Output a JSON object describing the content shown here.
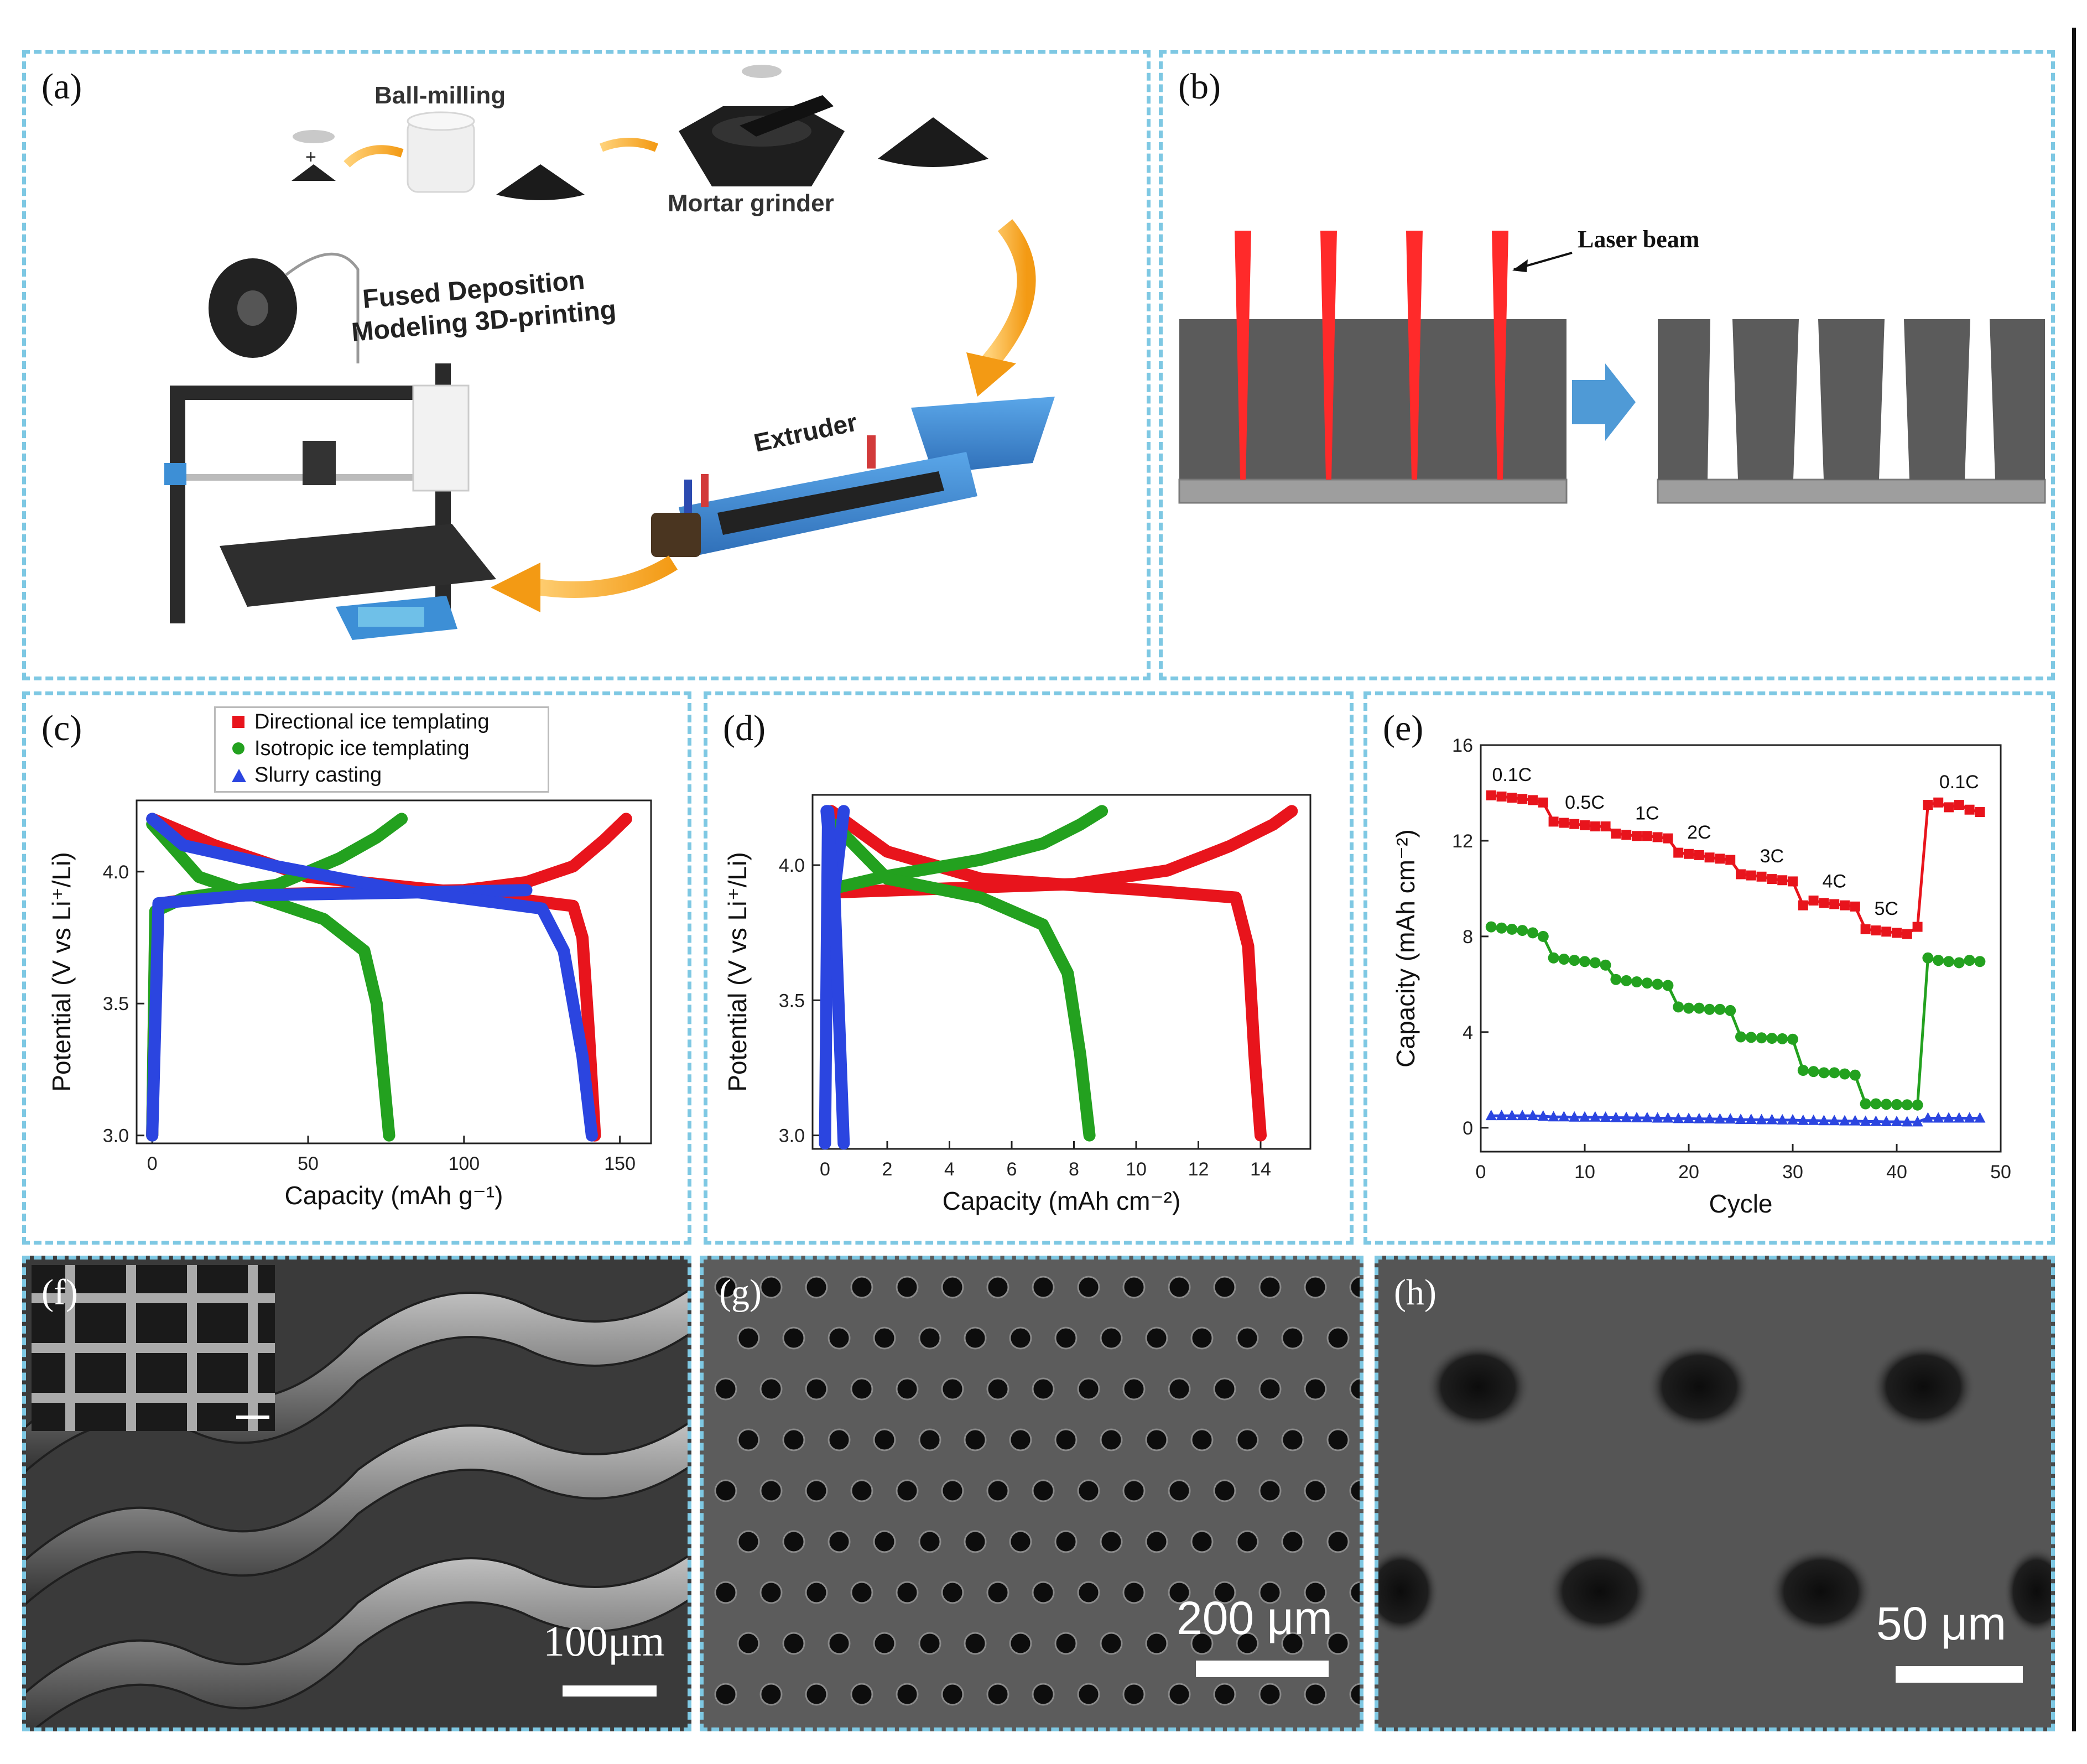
{
  "panel_a": {
    "label": "(a)",
    "steps": [
      "Ball-milling",
      "Mortar grinder",
      "Extruder",
      "Fused Deposition",
      "Modeling 3D-printing"
    ],
    "plus": "+"
  },
  "panel_b": {
    "label": "(b)",
    "annotation": "Laser beam",
    "colors": {
      "substrate": "#5b5b5b",
      "base": "#9e9e9e",
      "laser": "#ff2a2a",
      "arrow": "#4f9ad6"
    }
  },
  "panel_f": {
    "label": "(f)",
    "scale": "100μm"
  },
  "panel_g": {
    "label": "(g)",
    "scale": "200 μm"
  },
  "panel_h": {
    "label": "(h)",
    "scale": "50 μm"
  },
  "chart_data": [
    {
      "panel": "(c)",
      "type": "line",
      "xlabel": "Capacity (mAh g⁻¹)",
      "ylabel": "Potential (V vs Li⁺/Li)",
      "xlim": [
        -5,
        160
      ],
      "ylim": [
        2.97,
        4.27
      ],
      "xticks": [
        "0",
        "50",
        "100",
        "150"
      ],
      "yticks": [
        "3.0",
        "3.5",
        "4.0"
      ],
      "legend": {
        "placement": "top",
        "entries": [
          "Directional ice templating",
          "Isotropic ice templating",
          "Slurry casting"
        ]
      },
      "series": [
        {
          "name": "Directional ice templating",
          "color": "#e8141c",
          "charge": [
            [
              0,
              3.0
            ],
            [
              1,
              3.82
            ],
            [
              3,
              3.88
            ],
            [
              20,
              3.91
            ],
            [
              60,
              3.92
            ],
            [
              100,
              3.93
            ],
            [
              120,
              3.96
            ],
            [
              135,
              4.02
            ],
            [
              145,
              4.12
            ],
            [
              152,
              4.2
            ]
          ],
          "discharge": [
            [
              0,
              4.2
            ],
            [
              20,
              4.1
            ],
            [
              50,
              3.98
            ],
            [
              100,
              3.92
            ],
            [
              135,
              3.87
            ],
            [
              138,
              3.75
            ],
            [
              140,
              3.4
            ],
            [
              142,
              3.0
            ]
          ]
        },
        {
          "name": "Isotropic ice templating",
          "color": "#23a11f",
          "charge": [
            [
              0,
              3.0
            ],
            [
              1,
              3.85
            ],
            [
              10,
              3.9
            ],
            [
              40,
              3.95
            ],
            [
              60,
              4.05
            ],
            [
              72,
              4.13
            ],
            [
              80,
              4.2
            ]
          ],
          "discharge": [
            [
              0,
              4.18
            ],
            [
              15,
              3.98
            ],
            [
              35,
              3.9
            ],
            [
              55,
              3.82
            ],
            [
              68,
              3.7
            ],
            [
              72,
              3.5
            ],
            [
              76,
              3.0
            ]
          ]
        },
        {
          "name": "Slurry casting",
          "color": "#2b45e0",
          "charge": [
            [
              0,
              3.0
            ],
            [
              2,
              3.88
            ],
            [
              30,
              3.91
            ],
            [
              80,
              3.92
            ],
            [
              120,
              3.93
            ]
          ],
          "discharge": [
            [
              0,
              4.2
            ],
            [
              10,
              4.1
            ],
            [
              40,
              4.02
            ],
            [
              80,
              3.93
            ],
            [
              125,
              3.86
            ],
            [
              132,
              3.7
            ],
            [
              138,
              3.3
            ],
            [
              141,
              3.0
            ]
          ]
        }
      ]
    },
    {
      "panel": "(d)",
      "type": "line",
      "xlabel": "Capacity (mAh cm⁻²)",
      "ylabel": "Potential (V vs Li⁺/Li)",
      "xlim": [
        -0.4,
        15.6
      ],
      "ylim": [
        2.95,
        4.26
      ],
      "xticks": [
        "0",
        "2",
        "4",
        "6",
        "8",
        "10",
        "12",
        "14"
      ],
      "yticks": [
        "3.0",
        "3.5",
        "4.0"
      ],
      "series": [
        {
          "name": "",
          "color": "#e8141c",
          "charge": [
            [
              0.5,
              3.9
            ],
            [
              3,
              3.91
            ],
            [
              8,
              3.93
            ],
            [
              11,
              3.98
            ],
            [
              13,
              4.07
            ],
            [
              14.4,
              4.15
            ],
            [
              15,
              4.2
            ]
          ],
          "discharge": [
            [
              0.2,
              4.2
            ],
            [
              2,
              4.05
            ],
            [
              5,
              3.95
            ],
            [
              10,
              3.91
            ],
            [
              13.2,
              3.88
            ],
            [
              13.6,
              3.7
            ],
            [
              13.8,
              3.3
            ],
            [
              14,
              3.0
            ]
          ]
        },
        {
          "name": "",
          "color": "#23a11f",
          "charge": [
            [
              0.5,
              3.92
            ],
            [
              2,
              3.96
            ],
            [
              5,
              4.02
            ],
            [
              7,
              4.08
            ],
            [
              8.2,
              4.15
            ],
            [
              8.9,
              4.2
            ]
          ],
          "discharge": [
            [
              0.3,
              4.15
            ],
            [
              2,
              3.95
            ],
            [
              5,
              3.88
            ],
            [
              7,
              3.78
            ],
            [
              7.8,
              3.6
            ],
            [
              8.2,
              3.3
            ],
            [
              8.5,
              3.0
            ]
          ]
        },
        {
          "name": "",
          "color": "#2b45e0",
          "charge": [
            [
              0,
              2.97
            ],
            [
              0.1,
              4.2
            ],
            [
              0.3,
              3.9
            ],
            [
              0.6,
              4.2
            ]
          ],
          "discharge": [
            [
              0.05,
              4.2
            ],
            [
              0.3,
              3.9
            ],
            [
              0.6,
              2.97
            ]
          ]
        }
      ]
    },
    {
      "panel": "(e)",
      "type": "scatter",
      "xlabel": "Cycle",
      "ylabel": "Capacity (mAh cm⁻²)",
      "xlim": [
        0,
        50
      ],
      "ylim": [
        -1,
        16
      ],
      "xticks": [
        "0",
        "10",
        "20",
        "30",
        "40",
        "50"
      ],
      "yticks": [
        "0",
        "4",
        "8",
        "12",
        "16"
      ],
      "annotations": [
        "0.1C",
        "0.5C",
        "1C",
        "2C",
        "3C",
        "4C",
        "5C",
        "0.1C"
      ],
      "series": [
        {
          "name": "Directional ice templating",
          "color": "#e8141c",
          "marker": "square",
          "x": [
            1,
            2,
            3,
            4,
            5,
            6,
            7,
            8,
            9,
            10,
            11,
            12,
            13,
            14,
            15,
            16,
            17,
            18,
            19,
            20,
            21,
            22,
            23,
            24,
            25,
            26,
            27,
            28,
            29,
            30,
            31,
            32,
            33,
            34,
            35,
            36,
            37,
            38,
            39,
            40,
            41,
            42,
            43,
            44,
            45,
            46,
            47,
            48
          ],
          "y": [
            13.9,
            13.85,
            13.8,
            13.75,
            13.7,
            13.6,
            12.8,
            12.75,
            12.7,
            12.65,
            12.6,
            12.6,
            12.3,
            12.25,
            12.2,
            12.2,
            12.15,
            12.1,
            11.5,
            11.45,
            11.4,
            11.3,
            11.25,
            11.2,
            10.6,
            10.55,
            10.5,
            10.4,
            10.35,
            10.3,
            9.3,
            9.5,
            9.4,
            9.35,
            9.3,
            9.25,
            8.3,
            8.25,
            8.2,
            8.15,
            8.1,
            8.4,
            13.5,
            13.6,
            13.4,
            13.5,
            13.3,
            13.2
          ]
        },
        {
          "name": "Isotropic ice templating",
          "color": "#23a11f",
          "marker": "circle",
          "x": [
            1,
            2,
            3,
            4,
            5,
            6,
            7,
            8,
            9,
            10,
            11,
            12,
            13,
            14,
            15,
            16,
            17,
            18,
            19,
            20,
            21,
            22,
            23,
            24,
            25,
            26,
            27,
            28,
            29,
            30,
            31,
            32,
            33,
            34,
            35,
            36,
            37,
            38,
            39,
            40,
            41,
            42,
            43,
            44,
            45,
            46,
            47,
            48
          ],
          "y": [
            8.4,
            8.35,
            8.3,
            8.25,
            8.15,
            8.0,
            7.1,
            7.05,
            7.0,
            6.95,
            6.9,
            6.8,
            6.2,
            6.15,
            6.1,
            6.05,
            6.0,
            5.95,
            5.05,
            5.0,
            5.0,
            4.95,
            4.95,
            4.9,
            3.8,
            3.78,
            3.76,
            3.74,
            3.72,
            3.7,
            2.4,
            2.35,
            2.3,
            2.3,
            2.25,
            2.2,
            1.0,
            1.0,
            0.98,
            0.97,
            0.96,
            0.95,
            7.1,
            7.0,
            6.95,
            6.9,
            7.0,
            6.95
          ]
        },
        {
          "name": "Slurry casting",
          "color": "#2b45e0",
          "marker": "triangle",
          "x": [
            1,
            2,
            3,
            4,
            5,
            6,
            7,
            8,
            9,
            10,
            11,
            12,
            13,
            14,
            15,
            16,
            17,
            18,
            19,
            20,
            21,
            22,
            23,
            24,
            25,
            26,
            27,
            28,
            29,
            30,
            31,
            32,
            33,
            34,
            35,
            36,
            37,
            38,
            39,
            40,
            41,
            42,
            43,
            44,
            45,
            46,
            47,
            48
          ],
          "y": [
            0.5,
            0.5,
            0.5,
            0.5,
            0.5,
            0.48,
            0.45,
            0.45,
            0.44,
            0.44,
            0.44,
            0.43,
            0.42,
            0.42,
            0.41,
            0.41,
            0.4,
            0.4,
            0.38,
            0.38,
            0.37,
            0.37,
            0.36,
            0.36,
            0.34,
            0.34,
            0.33,
            0.33,
            0.32,
            0.32,
            0.3,
            0.3,
            0.29,
            0.29,
            0.28,
            0.28,
            0.26,
            0.26,
            0.25,
            0.25,
            0.24,
            0.24,
            0.4,
            0.4,
            0.4,
            0.4,
            0.4,
            0.4
          ]
        }
      ]
    }
  ]
}
